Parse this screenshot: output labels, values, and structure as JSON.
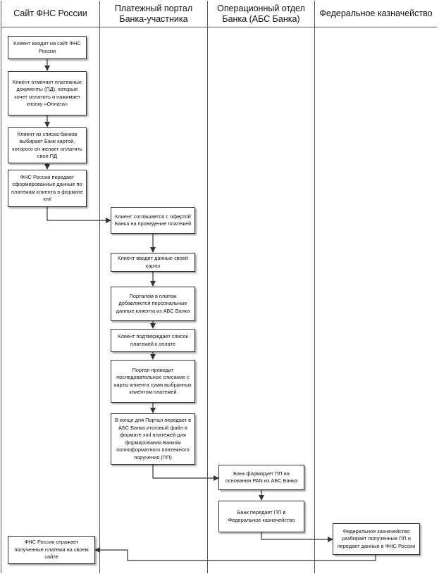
{
  "lanes": [
    {
      "title": "Сайт ФНС России"
    },
    {
      "title": "Платежный портал Банка-участника"
    },
    {
      "title": "Операционный отдел Банка (АБС Банка)"
    },
    {
      "title": "Федеральное казначейство"
    }
  ],
  "steps": [
    {
      "text": "Клиент входит на сайт ФНС России"
    },
    {
      "text": "Клиент отмечает платежные документы (ПД), которые хочет оплатить и нажимает кнопку «Оплата»"
    },
    {
      "text": "Клиент из списка банков выбирает Банк картой, которого он желает оплатить свои ПД"
    },
    {
      "text": "ФНС России передает сформированные данные по платежам клиента в формате xml"
    },
    {
      "text": "Клиент соглашается с офертой Банка на проведение платежей"
    },
    {
      "text": "Клиент вводит данные своей карты"
    },
    {
      "text": "Порталом в платеж добавляются персональные данные клиента из АБС Банка"
    },
    {
      "text": "Клиент подтверждает список платежей к оплате"
    },
    {
      "text": "Портал проводит последовательное списание с карты клиента сумм выбранных клиентом платежей"
    },
    {
      "text": "В конце дня Портал передает в АБС Банка итоговый файл в формате xml платежей для формирования Банком полноформатного платежного поручения (ПП)"
    },
    {
      "text": "Банк формирует ПП на основании PAN из АБС Банка"
    },
    {
      "text": "Банк передает  ПП в Федеральное казначейство"
    },
    {
      "text": "Федеральное казначейство разбирает полученные ПП и передает данные в ФНС России"
    },
    {
      "text": "ФНС России отражает полученные платежи на своем сайте"
    }
  ]
}
